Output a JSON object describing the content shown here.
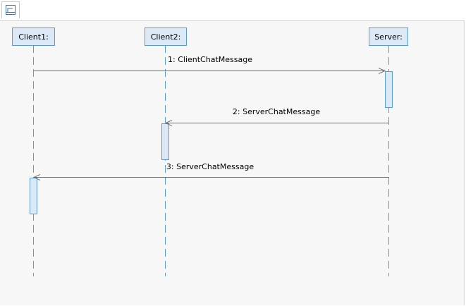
{
  "tab": {
    "icon": "diagram-icon"
  },
  "participants": [
    {
      "id": "client1",
      "name": "Client1:"
    },
    {
      "id": "client2",
      "name": "Client2:"
    },
    {
      "id": "server",
      "name": "Server:"
    }
  ],
  "messages": [
    {
      "label": "1: ClientChatMessage",
      "from": "client1",
      "to": "server"
    },
    {
      "label": "2: ServerChatMessage",
      "from": "server",
      "to": "client2"
    },
    {
      "label": "3: ServerChatMessage",
      "from": "server",
      "to": "client1"
    }
  ],
  "colors": {
    "box_fill": "#dde8f6",
    "box_border": "#5b9bd5",
    "lifeline": "#5b9bd5",
    "arrow": "#707070",
    "canvas": "#f7f7f7"
  }
}
